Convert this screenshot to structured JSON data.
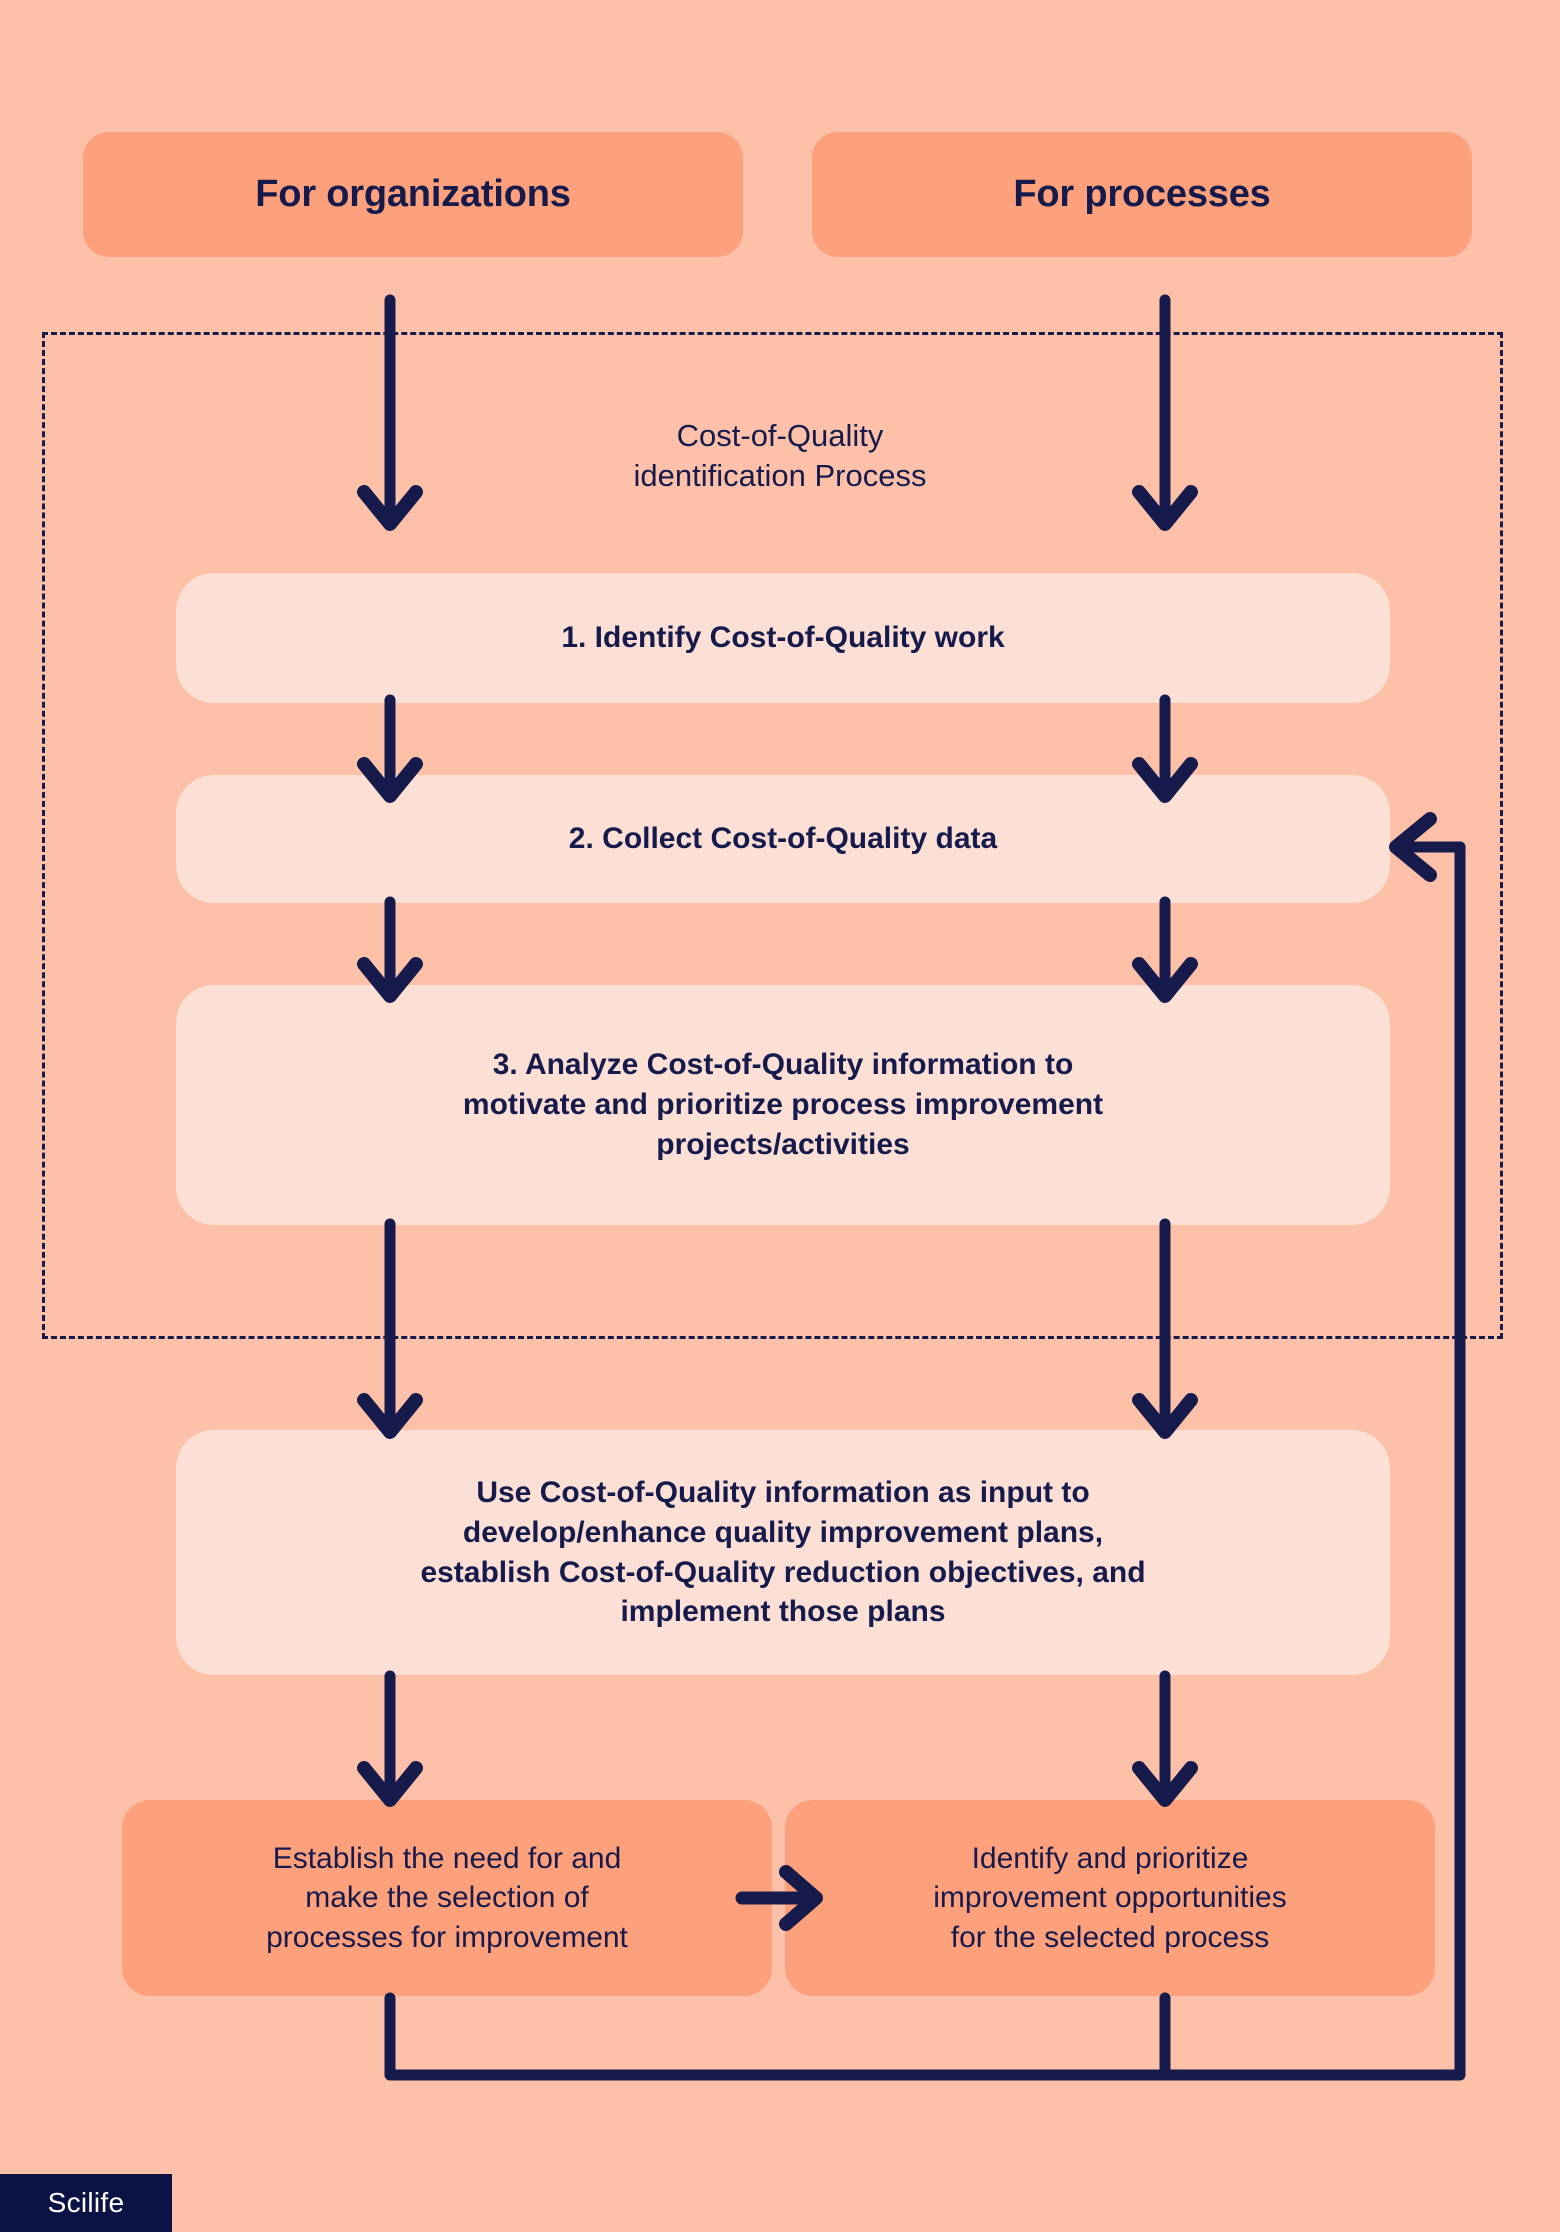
{
  "colors": {
    "background": "#FDC1AA",
    "header_pill": "#FDA07C",
    "step_card": "#FCE0D6",
    "bottom_card": "#FDA07C",
    "ink": "#161B4C",
    "logo_bg": "#0B1345",
    "logo_text": "#FFFFFF"
  },
  "headers": {
    "left": "For organizations",
    "right": "For processes"
  },
  "region": {
    "label_line_1": "Cost-of-Quality",
    "label_line_2": "identification Process"
  },
  "steps": [
    {
      "id": "step-1",
      "text": "1. Identify Cost-of-Quality work"
    },
    {
      "id": "step-2",
      "text": "2. Collect Cost-of-Quality data"
    },
    {
      "id": "step-3",
      "line_1": "3. Analyze Cost-of-Quality information to",
      "line_2": "motivate and prioritize process improvement",
      "line_3": "projects/activities"
    },
    {
      "id": "step-4",
      "line_1": "Use Cost-of-Quality information as input to",
      "line_2": "develop/enhance quality improvement plans,",
      "line_3": "establish Cost-of-Quality reduction objectives, and",
      "line_4": "implement those plans"
    }
  ],
  "bottom": {
    "left": {
      "line_1": "Establish the need for and",
      "line_2": "make the selection of",
      "line_3": "processes for improvement"
    },
    "right": {
      "line_1": "Identify and prioritize",
      "line_2": "improvement opportunities",
      "line_3": "for the selected process"
    }
  },
  "logo": {
    "text": "Scilife"
  },
  "icons": {
    "down_arrow": "arrow-down-icon",
    "right_arrow": "arrow-right-icon",
    "feedback_loop": "feedback-loop-arrow-icon"
  }
}
